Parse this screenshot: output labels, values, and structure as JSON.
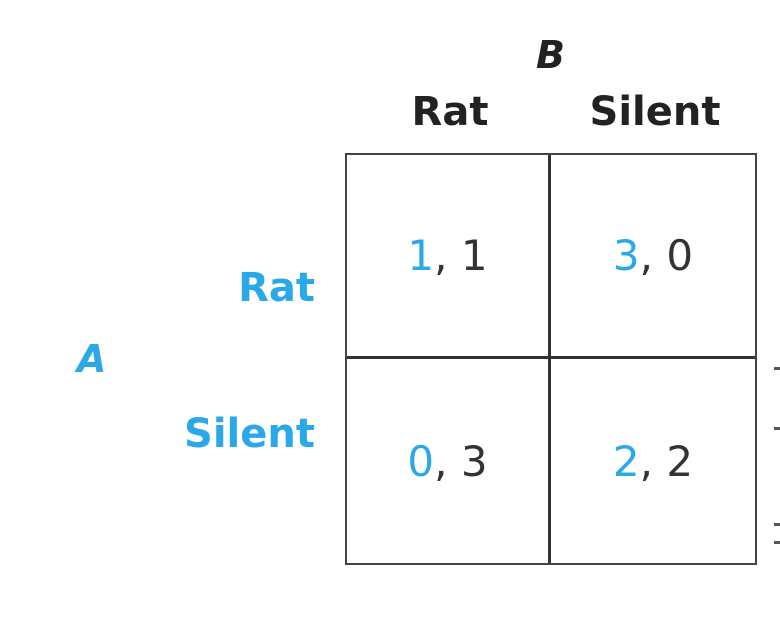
{
  "colors": {
    "accent": "#2aa8e8",
    "text": "#333333",
    "grid": "#444444"
  },
  "game": {
    "player_column": "B",
    "player_row": "A",
    "columns": [
      "Rat",
      "Silent"
    ],
    "rows": [
      "Rat",
      "Silent"
    ],
    "payoffs": [
      [
        {
          "a": "1",
          "sep": ", ",
          "b": "1"
        },
        {
          "a": "3",
          "sep": ", ",
          "b": "0"
        }
      ],
      [
        {
          "a": "0",
          "sep": ", ",
          "b": "3"
        },
        {
          "a": "2",
          "sep": ", ",
          "b": "2"
        }
      ]
    ]
  }
}
